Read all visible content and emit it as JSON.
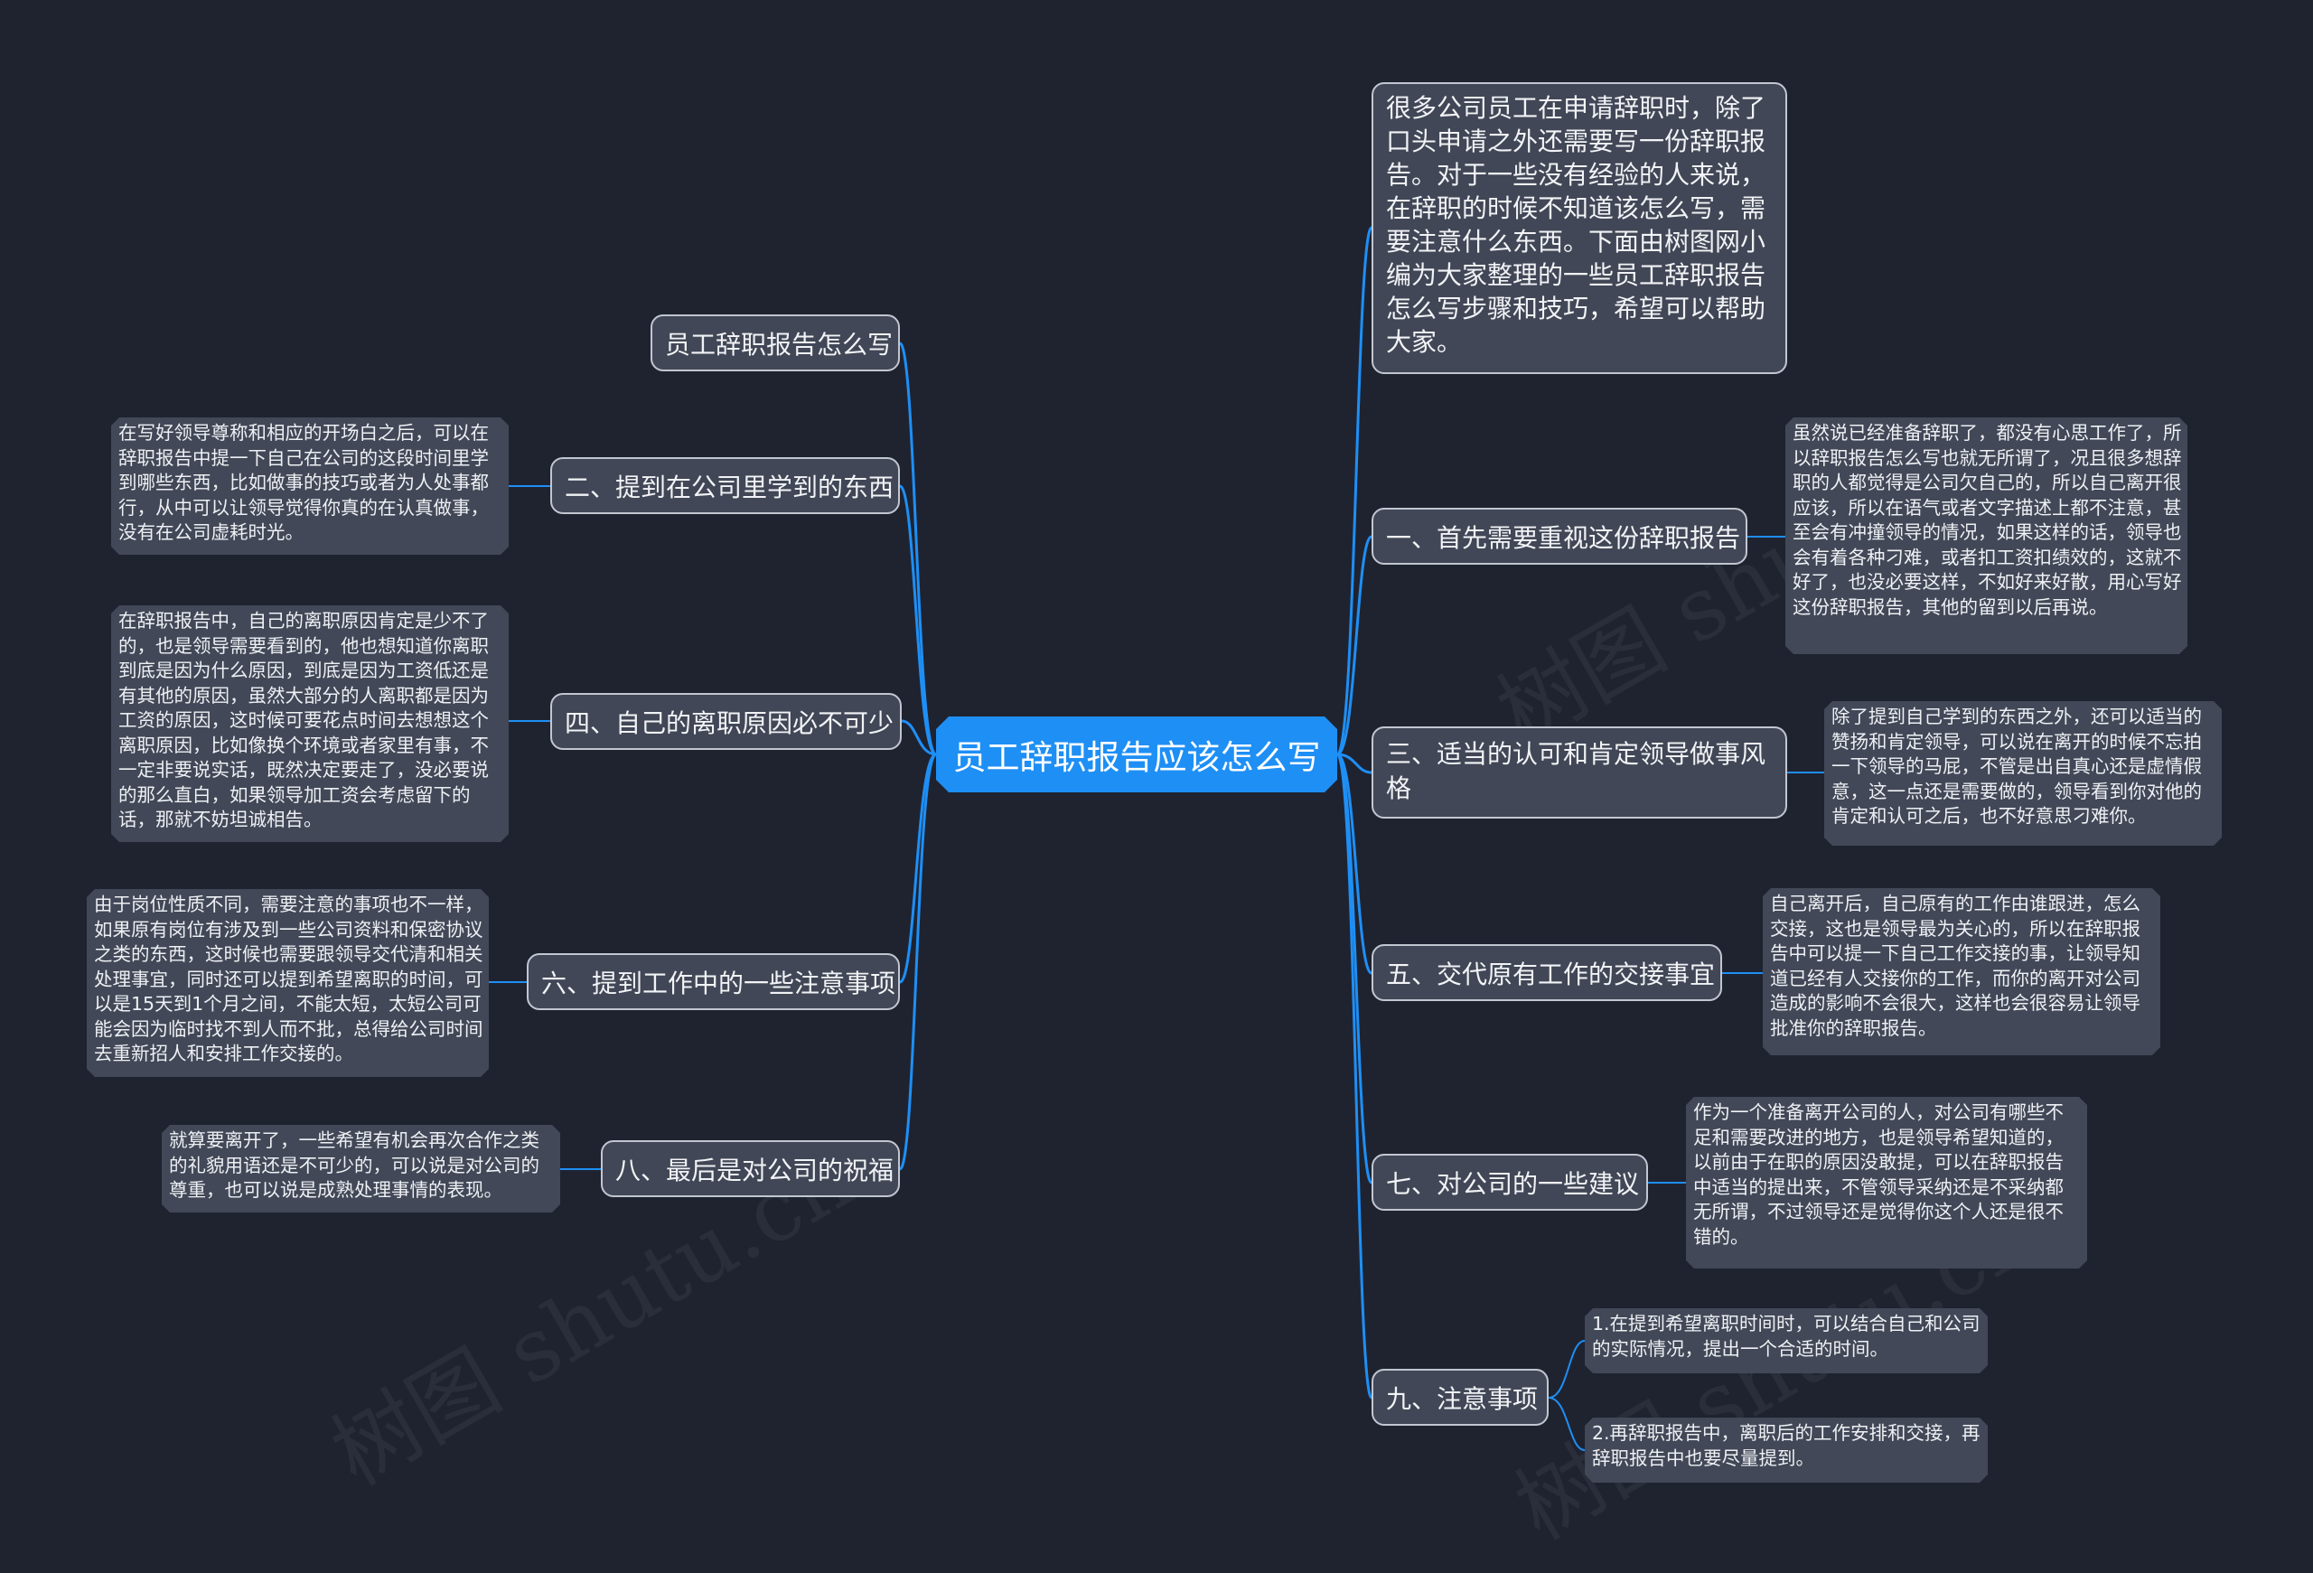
{
  "root": {
    "label": "员工辞职报告应该怎么写"
  },
  "intro": "很多公司员工在申请辞职时，除了口头申请之外还需要写一份辞职报告。对于一些没有经验的人来说，在辞职的时候不知道该怎么写，需要注意什么东西。下面由树图网小编为大家整理的一些员工辞职报告怎么写步骤和技巧，希望可以帮助大家。",
  "left_branches": [
    {
      "label": "员工辞职报告怎么写",
      "detail": ""
    },
    {
      "label": "二、提到在公司里学到的东西",
      "detail": "在写好领导尊称和相应的开场白之后，可以在辞职报告中提一下自己在公司的这段时间里学到哪些东西，比如做事的技巧或者为人处事都行，从中可以让领导觉得你真的在认真做事，没有在公司虚耗时光。"
    },
    {
      "label": "四、自己的离职原因必不可少",
      "detail": "在辞职报告中，自己的离职原因肯定是少不了的，也是领导需要看到的，他也想知道你离职到底是因为什么原因，到底是因为工资低还是有其他的原因，虽然大部分的人离职都是因为工资的原因，这时候可要花点时间去想想这个离职原因，比如像换个环境或者家里有事，不一定非要说实话，既然决定要走了，没必要说的那么直白，如果领导加工资会考虑留下的话，那就不妨坦诚相告。"
    },
    {
      "label": "六、提到工作中的一些注意事项",
      "detail": "由于岗位性质不同，需要注意的事项也不一样，如果原有岗位有涉及到一些公司资料和保密协议之类的东西，这时候也需要跟领导交代清和相关处理事宜，同时还可以提到希望离职的时间，可以是15天到1个月之间，不能太短，太短公司可能会因为临时找不到人而不批，总得给公司时间去重新招人和安排工作交接的。"
    },
    {
      "label": "八、最后是对公司的祝福",
      "detail": "就算要离开了，一些希望有机会再次合作之类的礼貌用语还是不可少的，可以说是对公司的尊重，也可以说是成熟处理事情的表现。"
    }
  ],
  "right_branches": [
    {
      "label": "一、首先需要重视这份辞职报告",
      "detail": "虽然说已经准备辞职了，都没有心思工作了，所以辞职报告怎么写也就无所谓了，况且很多想辞职的人都觉得是公司欠自己的，所以自己离开很应该，所以在语气或者文字描述上都不注意，甚至会有冲撞领导的情况，如果这样的话，领导也会有着各种刁难，或者扣工资扣绩效的，这就不好了，也没必要这样，不如好来好散，用心写好这份辞职报告，其他的留到以后再说。"
    },
    {
      "label": "三、适当的认可和肯定领导做事风格",
      "detail": "除了提到自己学到的东西之外，还可以适当的赞扬和肯定领导，可以说在离开的时候不忘拍一下领导的马屁，不管是出自真心还是虚情假意，这一点还是需要做的，领导看到你对他的肯定和认可之后，也不好意思刁难你。"
    },
    {
      "label": "五、交代原有工作的交接事宜",
      "detail": "自己离开后，自己原有的工作由谁跟进，怎么交接，这也是领导最为关心的，所以在辞职报告中可以提一下自己工作交接的事，让领导知道已经有人交接你的工作，而你的离开对公司造成的影响不会很大，这样也会很容易让领导批准你的辞职报告。"
    },
    {
      "label": "七、对公司的一些建议",
      "detail": "作为一个准备离开公司的人，对公司有哪些不足和需要改进的地方，也是领导希望知道的，以前由于在职的原因没敢提，可以在辞职报告中适当的提出来，不管领导采纳还是不采纳都无所谓，不过领导还是觉得你这个人还是很不错的。"
    },
    {
      "label": "九、注意事项",
      "details": [
        "1.在提到希望离职时间时，可以结合自己和公司的实际情况，提出一个合适的时间。",
        "2.再辞职报告中，离职后的工作安排和交接，再辞职报告中也要尽量提到。"
      ]
    }
  ],
  "colors": {
    "background": "#1f2330",
    "accent": "#1e8ff5",
    "node_fill": "#414756",
    "node_border": "#c2c6d0",
    "detail_fill": "#424857"
  },
  "watermark": "树图 shutu.cn"
}
